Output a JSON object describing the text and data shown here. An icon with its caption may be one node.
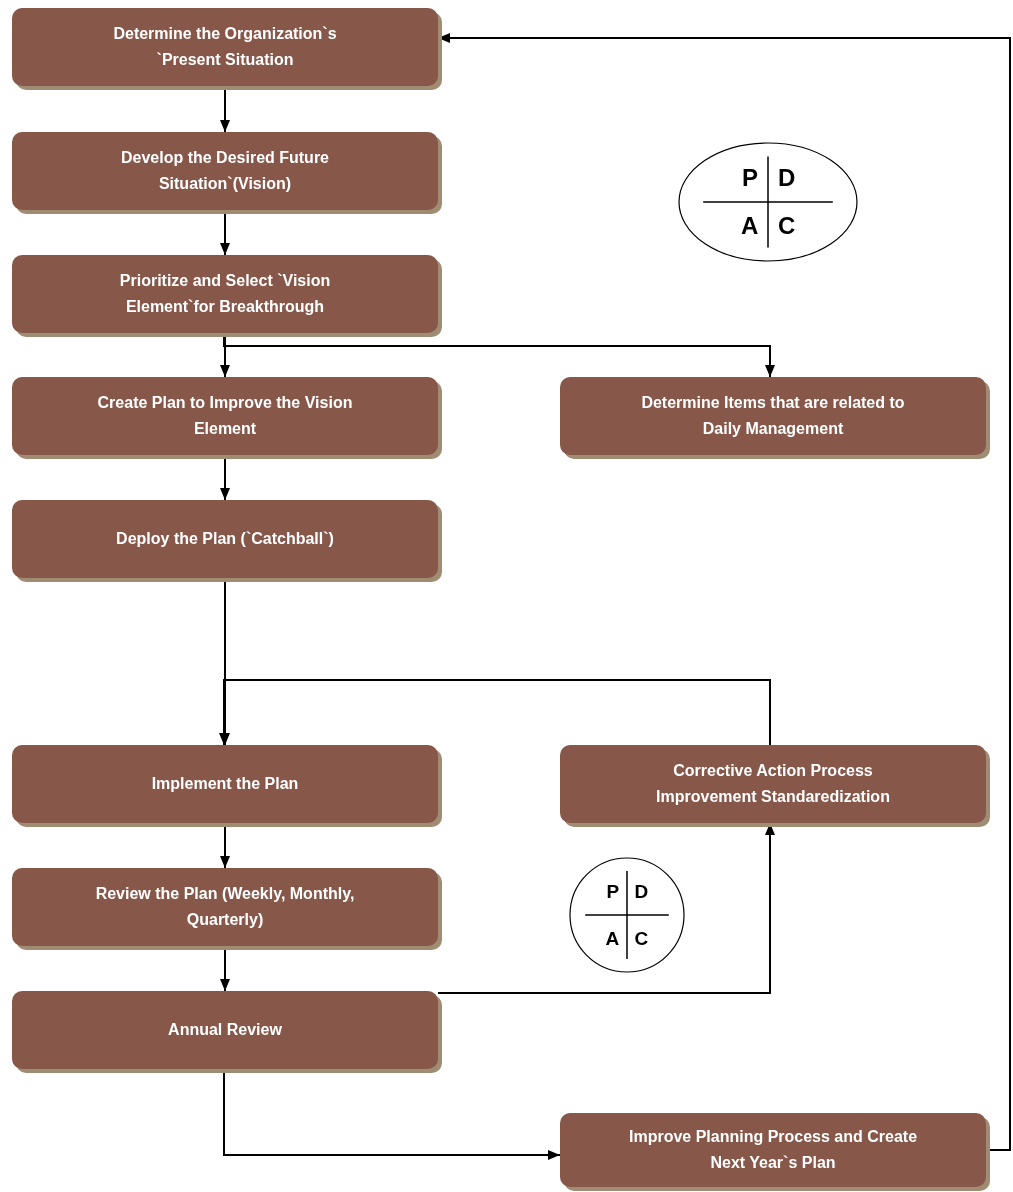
{
  "diagram": {
    "nodes": [
      {
        "text": [
          "Determine the Organization`s `Present Situation"
        ]
      },
      {
        "text": [
          "Develop the Desired Future Situation`(Vision)"
        ]
      },
      {
        "text": [
          "P",
          "D",
          "A",
          "C"
        ]
      },
      {
        "text": [
          "Prioritize and Select `Vision Element`for Breakthrough"
        ]
      },
      {
        "text": [
          "Create Plan to Improve the Vision Element"
        ]
      },
      {
        "text": [
          "Determine Items that are related to Daily Management"
        ]
      },
      {
        "text": [
          "Deploy the Plan (`Catchball`)"
        ]
      },
      {
        "text": [
          "Implement the Plan"
        ]
      },
      {
        "text": [
          "Corrective Action Process Improvement Standaredization"
        ]
      },
      {
        "text": [
          "Review the Plan (Weekly, Monthly, Quarterly)"
        ]
      },
      {
        "text": [
          "P",
          "D",
          "A",
          "C"
        ]
      },
      {
        "text": [
          "Annual Review"
        ]
      },
      {
        "text": [
          "Improve Planning Process and Create Next Year`s Plan"
        ]
      }
    ],
    "edges": [
      {
        "from": 0,
        "to": 1,
        "arrow": "to"
      },
      {
        "from": 1,
        "to": 3,
        "arrow": "to"
      },
      {
        "from": 3,
        "to": 4,
        "arrow": "to"
      },
      {
        "from": 3,
        "to": 5,
        "arrow": "to"
      },
      {
        "from": 4,
        "to": 6,
        "arrow": "to"
      },
      {
        "from": 6,
        "to": 7,
        "arrow": "to"
      },
      {
        "from": 8,
        "to": 7,
        "arrow": "to"
      },
      {
        "from": 7,
        "to": 9,
        "arrow": "to"
      },
      {
        "from": 9,
        "to": 11,
        "arrow": "to"
      },
      {
        "from": 11,
        "to": 8,
        "arrow": "to"
      },
      {
        "from": 11,
        "to": 12,
        "arrow": "to"
      },
      {
        "from": 12,
        "to": 0,
        "arrow": "to"
      }
    ]
  }
}
